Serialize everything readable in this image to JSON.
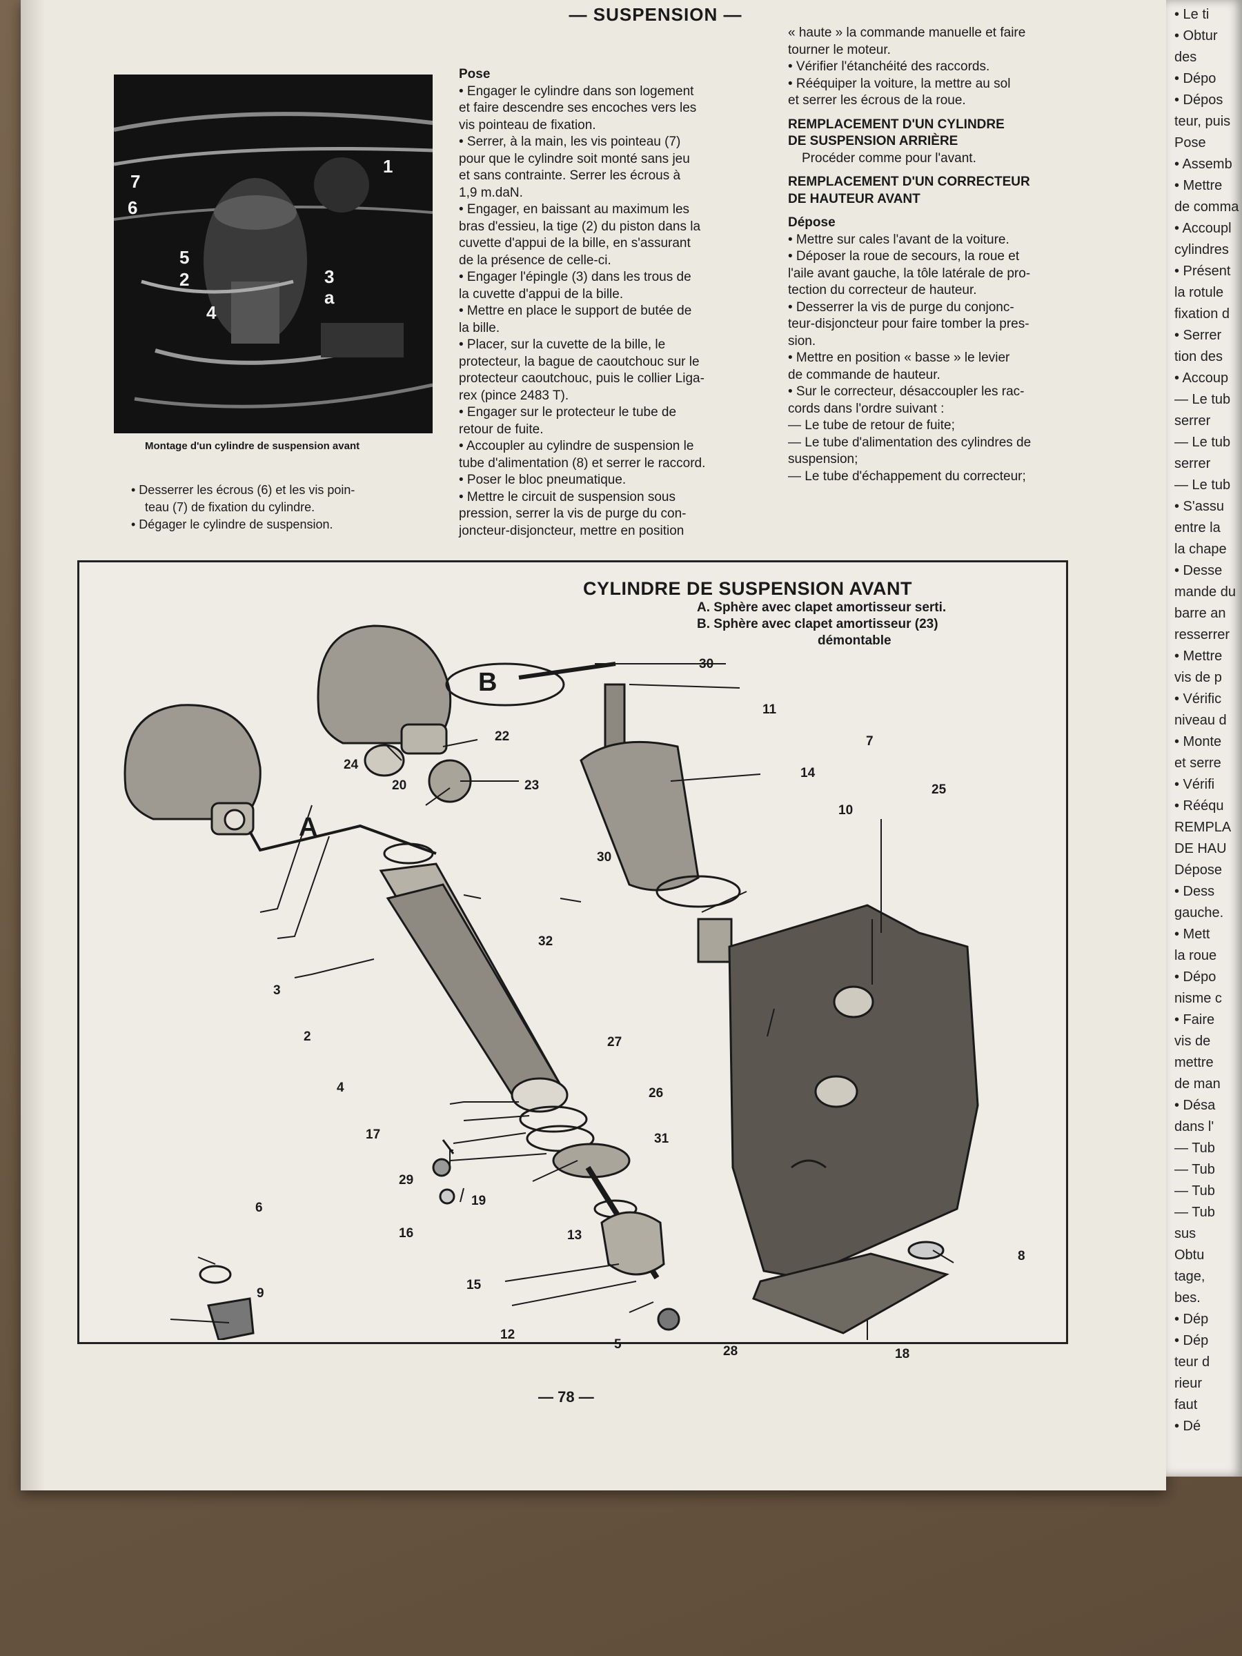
{
  "header": "— SUSPENSION —",
  "photo": {
    "caption": "Montage d'un cylindre de suspension avant",
    "callouts": [
      "1",
      "7",
      "6",
      "5",
      "2",
      "4",
      "3",
      "a"
    ]
  },
  "col1": {
    "bullets": [
      "• Desserrer les écrous (6) et les vis poin-",
      "teau (7) de fixation du cylindre.",
      "• Dégager le cylindre de suspension."
    ]
  },
  "col2": {
    "heading": "Pose",
    "lines": [
      "• Engager le cylindre dans son logement",
      "et faire descendre ses encoches vers les",
      "vis pointeau de fixation.",
      "• Serrer, à la main, les vis pointeau (7)",
      "pour que le cylindre soit monté sans jeu",
      "et sans contrainte. Serrer les écrous à",
      "1,9 m.daN.",
      "• Engager, en baissant au maximum les",
      "bras d'essieu, la tige (2) du piston dans la",
      "cuvette d'appui de la bille, en s'assurant",
      "de la présence de celle-ci.",
      "• Engager l'épingle (3) dans les trous de",
      "la cuvette d'appui de la bille.",
      "• Mettre en place le support de butée de",
      "la bille.",
      "• Placer, sur la cuvette de la bille, le",
      "protecteur, la bague de caoutchouc sur le",
      "protecteur caoutchouc, puis le collier Liga-",
      "rex (pince 2483 T).",
      "• Engager sur le protecteur le tube de",
      "retour de fuite.",
      "• Accoupler au cylindre de suspension le",
      "tube d'alimentation (8) et serrer le raccord.",
      "• Poser le bloc pneumatique.",
      "• Mettre le circuit de suspension sous",
      "pression, serrer la vis de purge du con-",
      "joncteur-disjoncteur, mettre en position"
    ]
  },
  "col3": {
    "top_lines": [
      "« haute » la commande manuelle et faire",
      "tourner le moteur.",
      "• Vérifier l'étanchéité des raccords.",
      "• Rééquiper la voiture, la mettre au sol",
      "et serrer les écrous de la roue."
    ],
    "h1": "REMPLACEMENT D'UN CYLINDRE",
    "h1b": "DE SUSPENSION ARRIÈRE",
    "p1": "Procéder comme pour l'avant.",
    "h2": "REMPLACEMENT D'UN CORRECTEUR",
    "h2b": "DE HAUTEUR AVANT",
    "sub": "Dépose",
    "lines": [
      "• Mettre sur cales l'avant de la voiture.",
      "• Déposer la roue de secours, la roue et",
      "l'aile avant gauche, la tôle latérale de pro-",
      "tection du correcteur de hauteur.",
      "• Desserrer la vis de purge du conjonc-",
      "teur-disjoncteur pour faire tomber la pres-",
      "sion.",
      "• Mettre en position « basse » le levier",
      "de commande de hauteur.",
      "• Sur le correcteur, désaccoupler les rac-",
      "cords dans l'ordre suivant :",
      "— Le tube de retour de fuite;",
      "— Le tube d'alimentation des cylindres de",
      "suspension;",
      "— Le tube d'échappement du correcteur;"
    ]
  },
  "figure": {
    "title": "CYLINDRE DE SUSPENSION AVANT",
    "sub_a": "A. Sphère avec clapet amortisseur serti.",
    "sub_b": "B. Sphère avec clapet amortisseur (23)",
    "sub_b2": "démontable",
    "big_a": "A",
    "big_b": "B",
    "labels": [
      "30",
      "11",
      "14",
      "7",
      "10",
      "25",
      "22",
      "24",
      "23",
      "20",
      "30",
      "32",
      "27",
      "3",
      "2",
      "4",
      "17",
      "29",
      "19",
      "16",
      "13",
      "26",
      "31",
      "6",
      "9",
      "15",
      "12",
      "5",
      "28",
      "8",
      "18"
    ]
  },
  "folio": "— 78 —",
  "next_page_fragments": [
    "• Le ti",
    "• Obtur",
    "des",
    "• Dépo",
    "• Dépos",
    "teur, puis",
    "Pose",
    "• Assemb",
    "• Mettre",
    "de comma",
    "• Accoupl",
    "cylindres",
    "• Présent",
    "la rotule",
    "fixation d",
    "• Serrer",
    "tion des",
    "• Accoup",
    "— Le tub",
    "serrer",
    "— Le tub",
    "serrer",
    "— Le tub",
    "• S'assu",
    "entre la",
    "la chape",
    "• Desse",
    "mande du",
    "barre an",
    "resserrer",
    "• Mettre",
    "vis de p",
    "• Vérific",
    "niveau d",
    "• Monte",
    "et serre",
    "• Vérifi",
    "• Rééqu",
    "REMPLA",
    "DE HAU",
    "Dépose",
    "• Dess",
    "gauche.",
    "• Mett",
    "la roue",
    "• Dépo",
    "nisme c",
    "• Faire",
    "vis de",
    "mettre",
    "de man",
    "• Désa",
    "dans l'",
    "— Tub",
    "— Tub",
    "— Tub",
    "— Tub",
    "sus",
    "Obtu",
    "tage,",
    "bes.",
    "• Dép",
    "• Dép",
    "teur d",
    "rieur",
    "faut",
    "• Dé"
  ]
}
